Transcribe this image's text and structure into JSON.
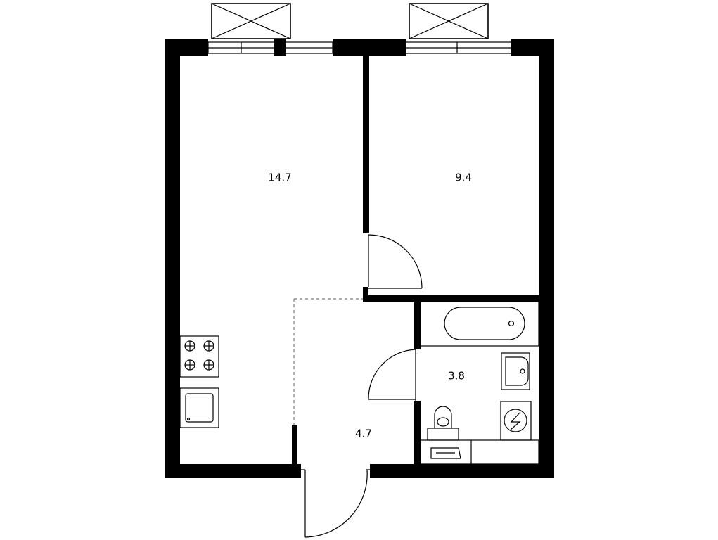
{
  "rooms": {
    "living": {
      "area": "14.7"
    },
    "bedroom": {
      "area": "9.4"
    },
    "bathroom": {
      "area": "3.8"
    },
    "hallway": {
      "area": "4.7"
    }
  },
  "colors": {
    "wall": "#000000",
    "background": "#ffffff"
  }
}
